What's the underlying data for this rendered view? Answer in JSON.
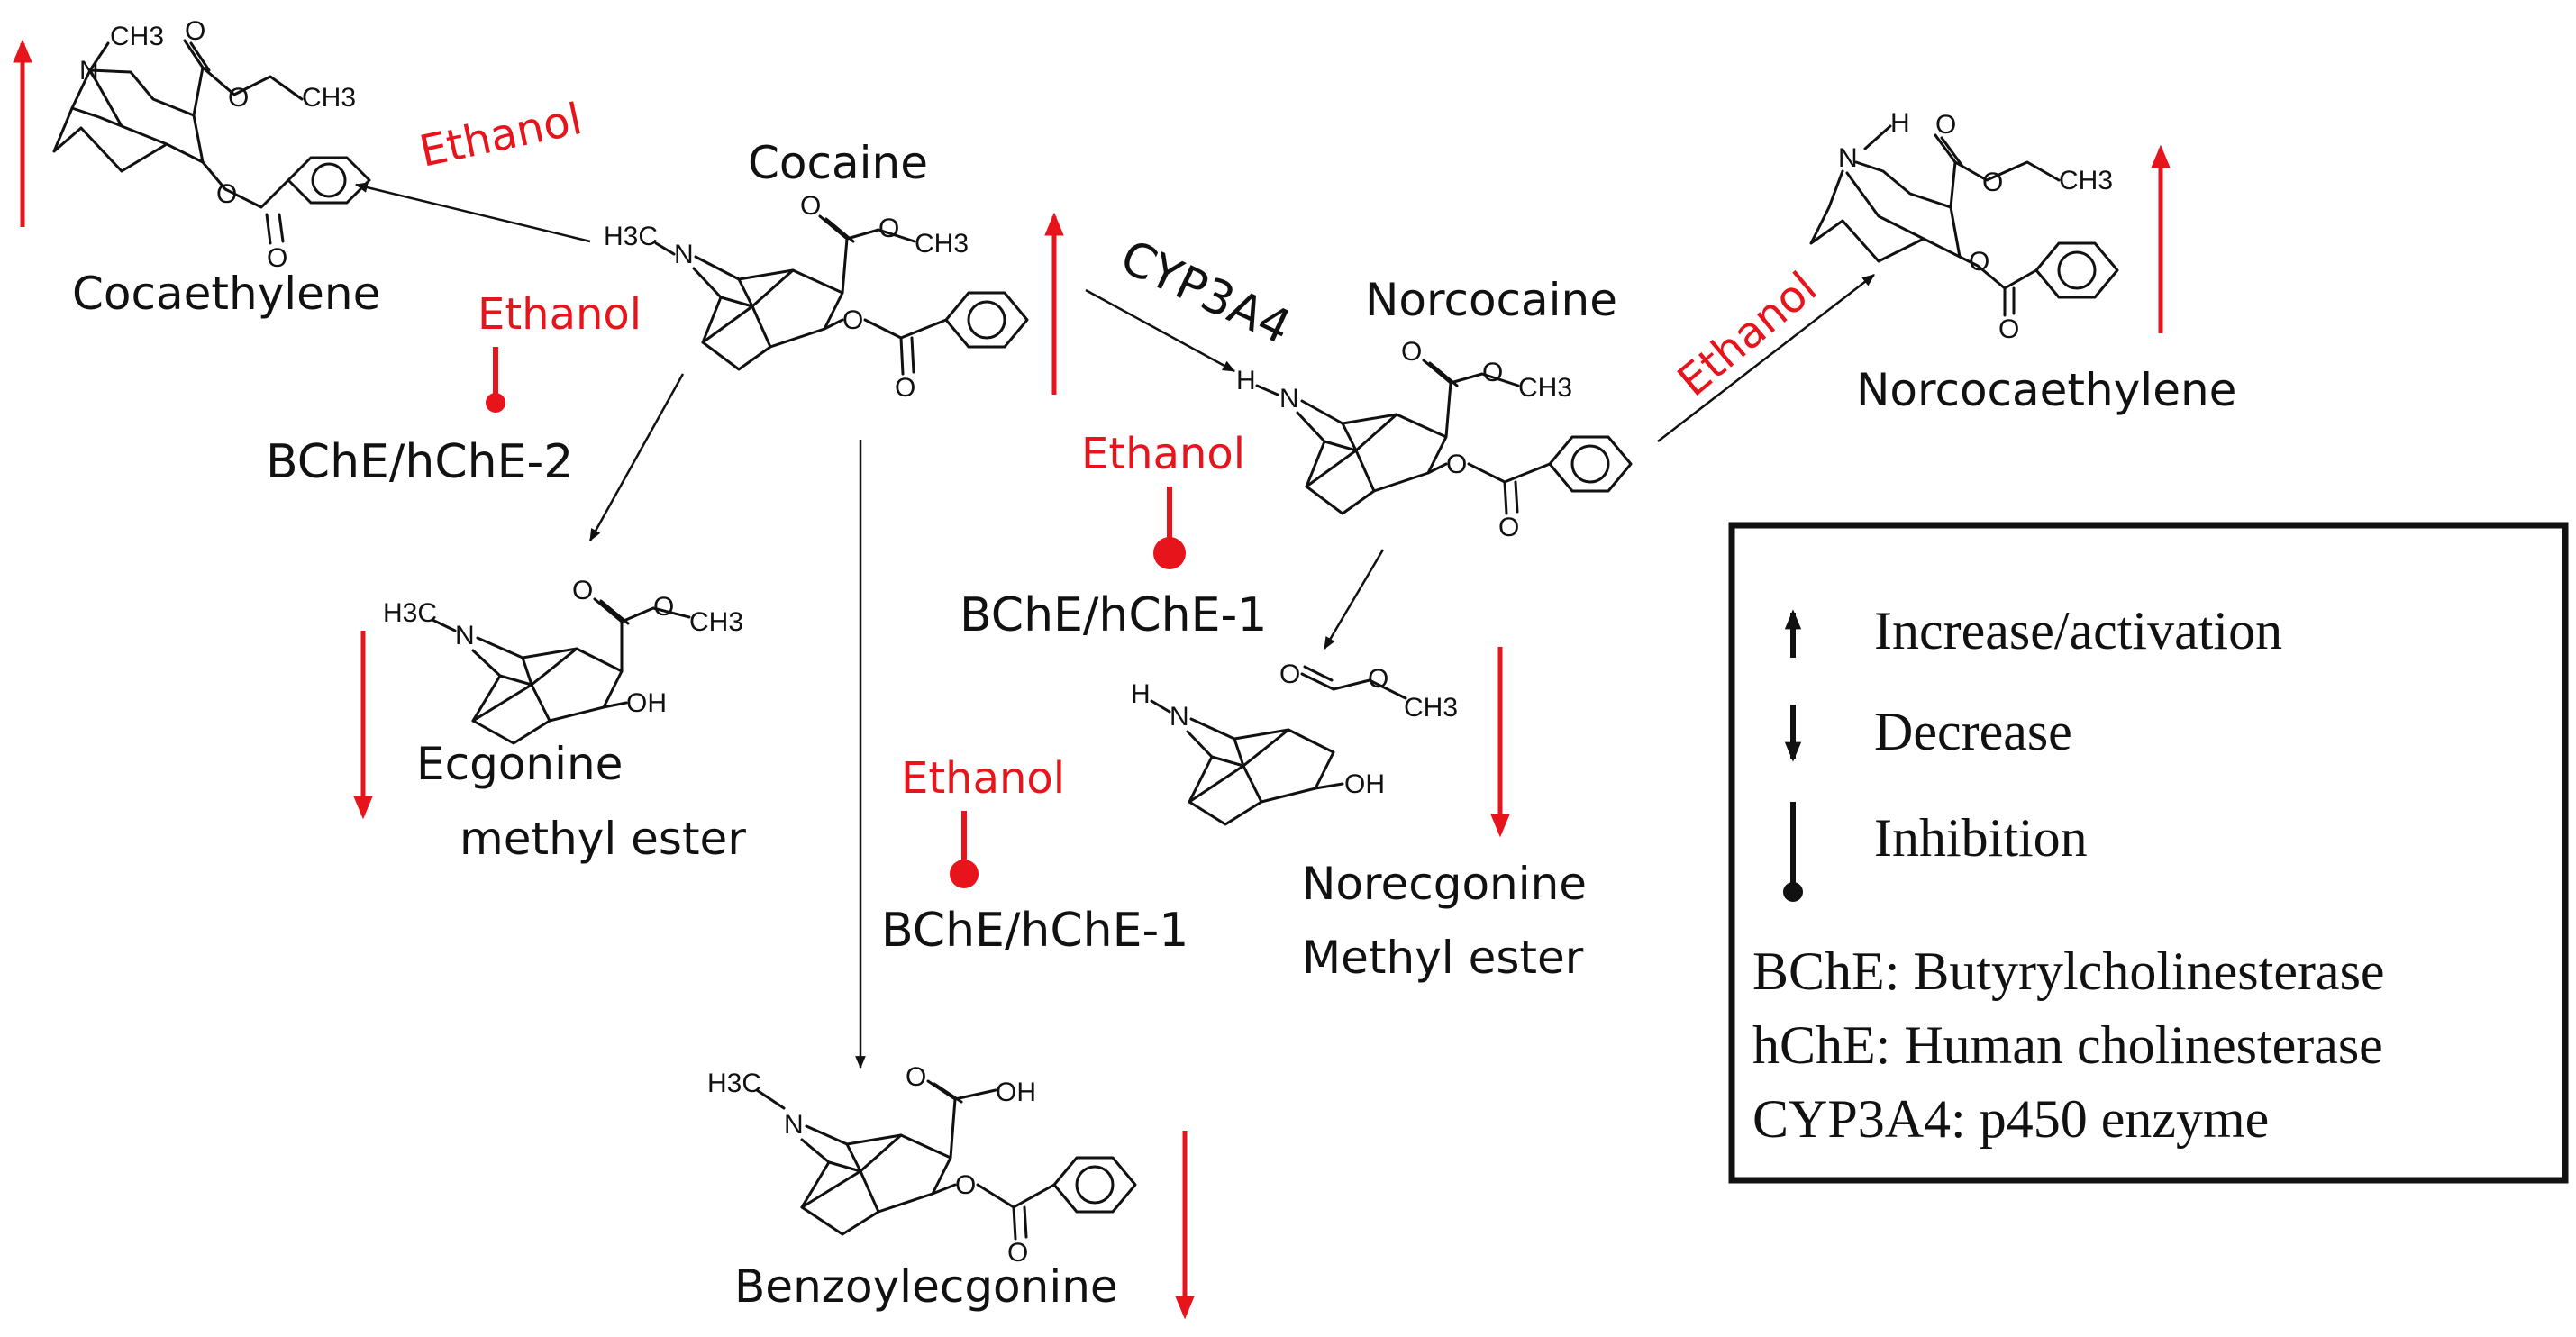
{
  "compounds": {
    "cocaine": "Cocaine",
    "cocaethylene": "Cocaethylene",
    "norcocaine": "Norcocaine",
    "norcocaethylene": "Norcocaethylene",
    "ecgonine_1": "Ecgonine",
    "ecgonine_2": "methyl ester",
    "norecgonine_1": "Norecgonine",
    "norecgonine_2": "Methyl ester",
    "benzoylecgonine": "Benzoylecgonine"
  },
  "atoms": {
    "n": "N",
    "o": "O",
    "h": "H",
    "oh": "OH",
    "cooh": "OH",
    "h3c": "H3C",
    "ch3": "CH3",
    "methyl": "CH3"
  },
  "ethanol": "Ethanol",
  "enzymes": {
    "cyp": "CYP3A4",
    "bche_2": "BChE/hChE-2",
    "bche_1a": "BChE/hChE-1",
    "bche_1b": "BChE/hChE-1"
  },
  "legend": {
    "increase": "Increase/activation",
    "decrease": "Decrease",
    "inhibition": "Inhibition",
    "bche_def": "BChE: Butyrylcholinesterase",
    "hche_def": "hChE: Human cholinesterase",
    "cyp_def": "CYP3A4: p450 enzyme"
  },
  "colors": {
    "effect_red": "#e8141c",
    "ink": "#111111"
  }
}
